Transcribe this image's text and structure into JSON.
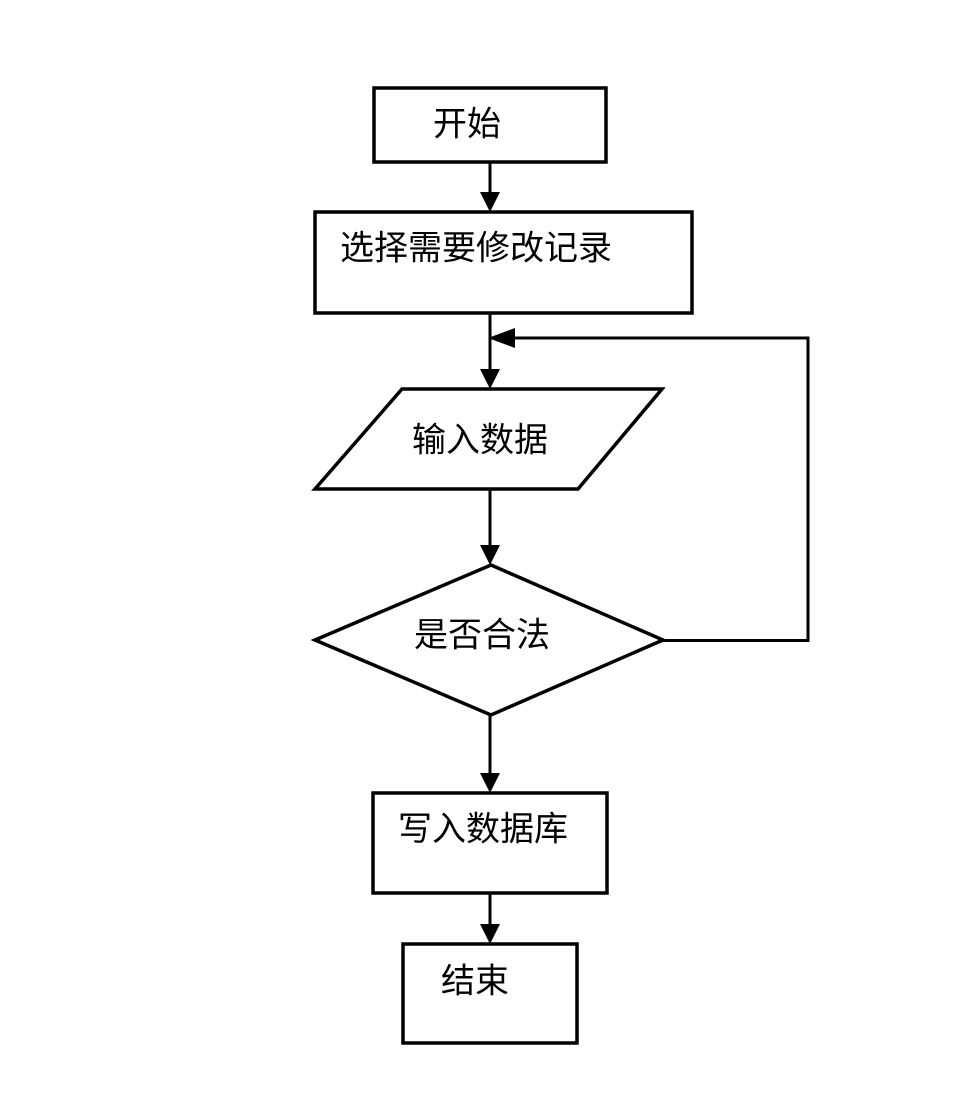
{
  "diagram": {
    "type": "flowchart",
    "background_color": "#ffffff",
    "stroke_color": "#000000",
    "text_color": "#000000",
    "nodes": [
      {
        "id": "start",
        "shape": "rectangle",
        "label": "开始"
      },
      {
        "id": "select-record",
        "shape": "rectangle",
        "label": "选择需要修改记录"
      },
      {
        "id": "input-data",
        "shape": "parallelogram",
        "label": "输入数据"
      },
      {
        "id": "validate",
        "shape": "diamond",
        "label": "是否合法"
      },
      {
        "id": "write-db",
        "shape": "rectangle",
        "label": "写入数据库"
      },
      {
        "id": "end",
        "shape": "rectangle",
        "label": "结束"
      }
    ],
    "edges": [
      {
        "from": "start",
        "to": "select-record"
      },
      {
        "from": "select-record",
        "to": "input-data"
      },
      {
        "from": "input-data",
        "to": "validate"
      },
      {
        "from": "validate",
        "to": "write-db"
      },
      {
        "from": "write-db",
        "to": "end"
      },
      {
        "from": "validate",
        "to": "input-data",
        "kind": "loop-back"
      }
    ]
  }
}
